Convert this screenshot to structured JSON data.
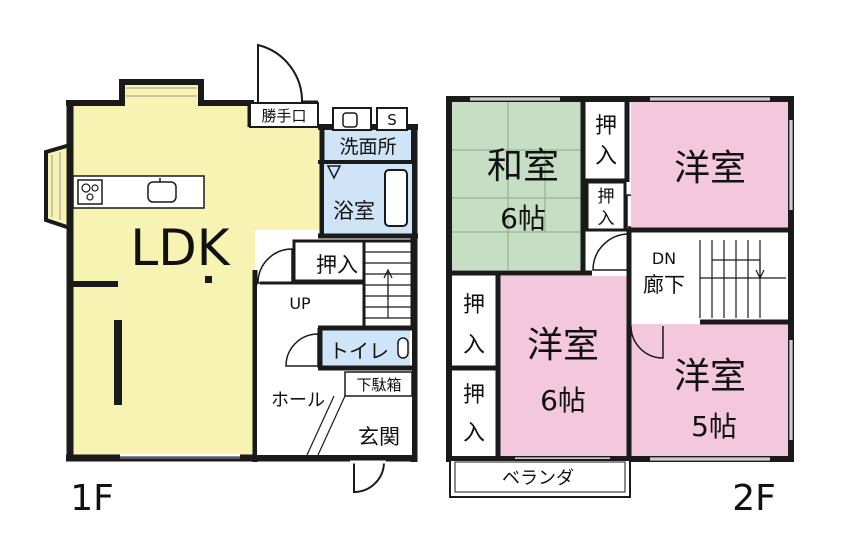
{
  "floor1": {
    "label": "1F",
    "rooms": {
      "ldk": "LDK",
      "katteguchi": "勝手口",
      "senmenjo": "洗面所",
      "yokushitsu": "浴室",
      "oshiire": "押入",
      "up": "UP",
      "toilet": "トイレ",
      "hall": "ホール",
      "getabako": "下駄箱",
      "genkan": "玄関"
    },
    "sink_symbol": "S"
  },
  "floor2": {
    "label": "2F",
    "rooms": {
      "washitsu": "和室",
      "washitsu_size": "6帖",
      "closet_top": "押入",
      "closet_small": "押入",
      "yoshitsu_ne": "洋室",
      "dn": "DN",
      "roka": "廊下",
      "closet_left1": "押入",
      "closet_left2": "押入",
      "yoshitsu_center": "洋室",
      "yoshitsu_center_size": "6帖",
      "yoshitsu_se": "洋室",
      "yoshitsu_se_size": "5帖",
      "veranda": "ベランダ"
    }
  },
  "colors": {
    "ldk": "#f7f3b3",
    "wet": "#cfe5f7",
    "washitsu": "#c6dfc4",
    "yoshitsu": "#f4c8dc",
    "wall": "#1a1a1a",
    "white": "#ffffff"
  }
}
